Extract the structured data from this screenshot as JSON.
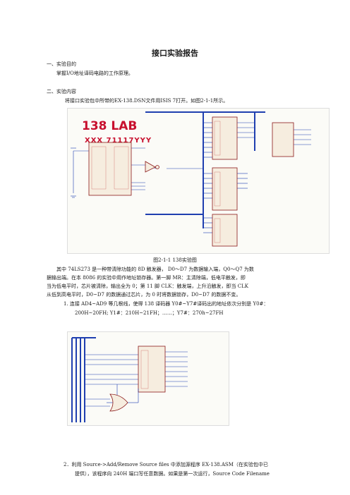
{
  "title": "接口实验报告",
  "section1": {
    "heading": "一、实验目的",
    "body": "掌握I/O地址译码电路的工作原理。"
  },
  "section2": {
    "heading": "二、实验内容",
    "intro": "将接口实验包中所带的EX-138.DSN文件用ISIS 7打开。如图2-1-1所示。"
  },
  "figure1": {
    "lab_title": "138 LAB",
    "lab_subtitle": "XXX  71117YYY",
    "caption": "图2-1-1 138实验图"
  },
  "paragraph": {
    "line1": "其中 74LS273 是一种带清除功能的 8D 触发器， D0～D7 为数据输入端，Q0～Q7 为数",
    "line2": "据输出端。在本 8086 的实验中用作地址锁存器。第一脚 MR：主清除端，低电平触发，即",
    "line3": "当为低电平时，芯片被清除，输出全为 0；第 11 脚 CLK：触发端，上升沿触发，即当 CLK",
    "line4": "从低到高电平时，D0~D7 的数据通过芯片，为 0 时将数据锁存，D0~D7 的数据不变。"
  },
  "step1": {
    "line1": "1.   连接 AD4~AD9 等几根线，使得 138 译码器 Y0#~Y7#译码出的地址依次分别是 Y0#：",
    "line2": "200H~20FH; Y1#：210H~21FH；……；Y7#：270h~27FH"
  },
  "step2": {
    "line1": "2．利用 Source->Add/Remove Source files 中添加源程序 EX-138.ASM（在实验包中已",
    "line2": "提供），该程序向 240H 端口写任意数据。如果是第一次运行，Source Code Filename"
  },
  "colors": {
    "lab_red": "#c8102e",
    "wire_blue": "#1f3fb0",
    "chip_fill": "#f6eddf",
    "chip_border": "#8b1a1a"
  }
}
